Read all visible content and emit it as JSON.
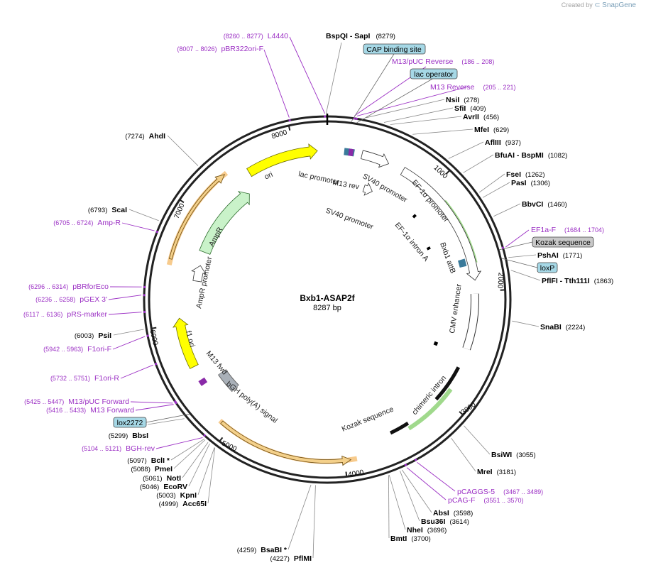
{
  "credit": {
    "prefix": "Created by",
    "brand": "SnapGene"
  },
  "plasmid": {
    "name": "Bxb1-ASAP2f",
    "length_label": "8287 bp",
    "length": 8287
  },
  "ticks": [
    "1000",
    "2000",
    "3000",
    "4000",
    "5000",
    "6000",
    "7000",
    "8000"
  ],
  "right_sites": [
    {
      "name": "BspQI",
      "extra": " - SapI",
      "pos": "(8279)"
    },
    {
      "name": "NsiI",
      "pos": "(278)"
    },
    {
      "name": "SfiI",
      "pos": "(409)"
    },
    {
      "name": "AvrII",
      "pos": "(456)"
    },
    {
      "name": "MfeI",
      "pos": "(629)"
    },
    {
      "name": "AflIII",
      "pos": "(937)"
    },
    {
      "name": "BfuAI",
      "extra": " - BspMI",
      "pos": "(1082)"
    },
    {
      "name": "FseI",
      "pos": "(1262)"
    },
    {
      "name": "PasI",
      "pos": "(1306)"
    },
    {
      "name": "BbvCI",
      "pos": "(1460)"
    },
    {
      "name": "PshAI",
      "pos": "(1771)"
    },
    {
      "name": "PflFI",
      "extra": " - Tth111I",
      "pos": "(1863)"
    },
    {
      "name": "SnaBI",
      "pos": "(2224)"
    },
    {
      "name": "BsiWI",
      "pos": "(3055)"
    },
    {
      "name": "MreI",
      "pos": "(3181)"
    },
    {
      "name": "AbsI",
      "pos": "(3598)"
    },
    {
      "name": "Bsu36I",
      "pos": "(3614)"
    },
    {
      "name": "NheI",
      "pos": "(3696)"
    },
    {
      "name": "BmtI",
      "pos": "(3700)"
    }
  ],
  "left_sites": [
    {
      "name": "AhdI",
      "pos": "(7274)"
    },
    {
      "name": "ScaI",
      "pos": "(6793)"
    },
    {
      "name": "PsiI",
      "pos": "(6003)"
    },
    {
      "name": "BbsI",
      "pos": "(5299)"
    },
    {
      "name": "BclI *",
      "pos": "(5097)"
    },
    {
      "name": "PmeI",
      "pos": "(5088)"
    },
    {
      "name": "NotI",
      "pos": "(5061)"
    },
    {
      "name": "EcoRV",
      "pos": "(5046)"
    },
    {
      "name": "KpnI",
      "pos": "(5003)"
    },
    {
      "name": "Acc65I",
      "pos": "(4999)"
    },
    {
      "name": "BsaBI *",
      "pos": "(4259)"
    },
    {
      "name": "PflMI",
      "pos": "(4227)"
    }
  ],
  "primers": [
    {
      "name": "L4440",
      "pos": "(8260 .. 8277)"
    },
    {
      "name": "pBR322ori-F",
      "pos": "(8007 .. 8026)"
    },
    {
      "name": "M13/pUC Reverse",
      "pos": "(186 .. 208)"
    },
    {
      "name": "M13 Reverse",
      "pos": "(205 .. 221)"
    },
    {
      "name": "EF1a-F",
      "pos": "(1684 .. 1704)"
    },
    {
      "name": "pCAGGS-5",
      "pos": "(3467 .. 3489)"
    },
    {
      "name": "pCAG-F",
      "pos": "(3551 .. 3570)"
    },
    {
      "name": "Amp-R",
      "pos": "(6705 .. 6724)"
    },
    {
      "name": "pBRforEco",
      "pos": "(6296 .. 6314)"
    },
    {
      "name": "pGEX 3'",
      "pos": "(6236 .. 6258)"
    },
    {
      "name": "pRS-marker",
      "pos": "(6117 .. 6136)"
    },
    {
      "name": "F1ori-F",
      "pos": "(5942 .. 5963)"
    },
    {
      "name": "F1ori-R",
      "pos": "(5732 .. 5751)"
    },
    {
      "name": "M13/pUC Forward",
      "pos": "(5425 .. 5447)"
    },
    {
      "name": "M13 Forward",
      "pos": "(5416 .. 5433)"
    },
    {
      "name": "BGH-rev",
      "pos": "(5104 .. 5121)"
    }
  ],
  "boxes": [
    {
      "label": "CAP binding site",
      "color": "#a6d8e6"
    },
    {
      "label": "lac operator",
      "color": "#a6d8e6"
    },
    {
      "label": "Kozak sequence",
      "color": "#c8c8c8"
    },
    {
      "label": "loxP",
      "color": "#a6d8e6"
    },
    {
      "label": "lox2272",
      "color": "#a6d8e6"
    }
  ],
  "features": [
    {
      "label": "ori"
    },
    {
      "label": "lac promoter"
    },
    {
      "label": "M13 rev"
    },
    {
      "label": "SV40 promoter"
    },
    {
      "label": "EF-1α promoter"
    },
    {
      "label": "SV40 promoter"
    },
    {
      "label": "EF-1α intron A"
    },
    {
      "label": "Bxb1 attB"
    },
    {
      "label": "CMV enhancer"
    },
    {
      "label": "chimeric intron"
    },
    {
      "label": "Kozak sequence"
    },
    {
      "label": "bGH poly(A) signal"
    },
    {
      "label": "M13 fwd"
    },
    {
      "label": "f1 ori"
    },
    {
      "label": "AmpR promoter"
    },
    {
      "label": "AmpR"
    }
  ],
  "colors": {
    "primer": "#9b2fc4",
    "ori": "#ffff00",
    "ampr": "#c9f2c9",
    "orange": "#f0a030",
    "green": "#60c040"
  }
}
